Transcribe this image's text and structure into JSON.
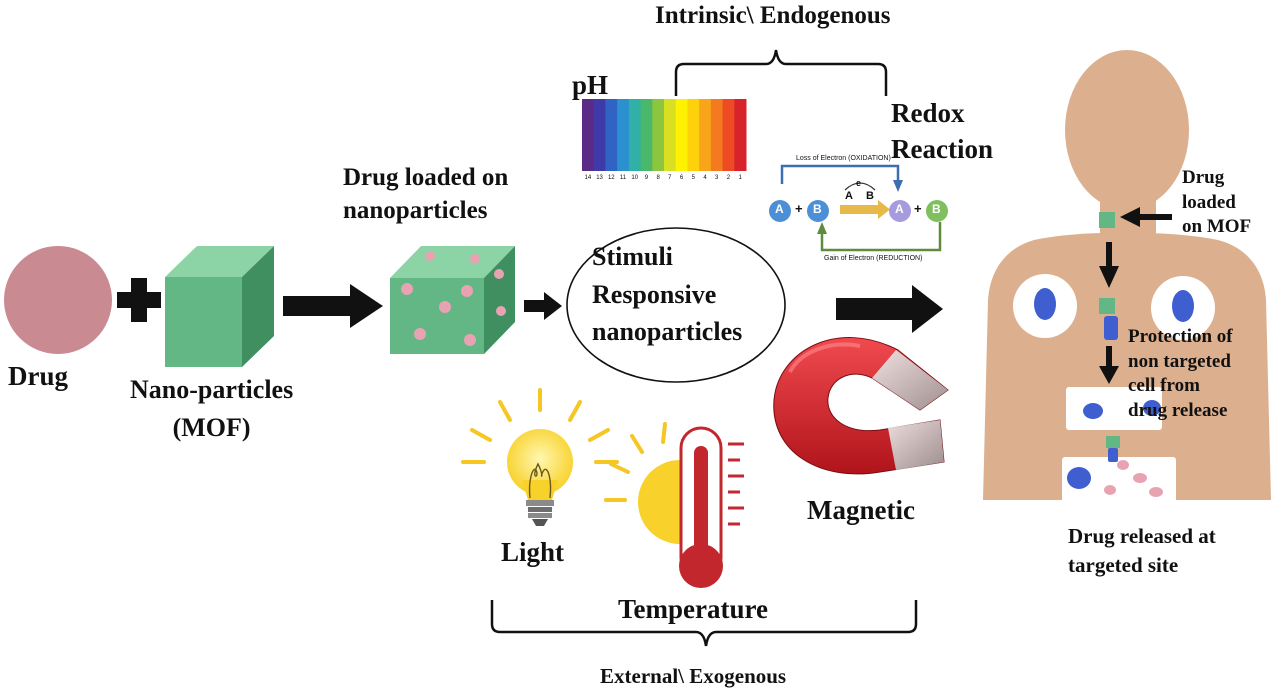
{
  "labels": {
    "intrinsic": "Intrinsic\\ Endogenous",
    "ph": "pH",
    "redox": [
      "Redox",
      "Reaction"
    ],
    "drug_loaded": [
      "Drug loaded on",
      "nanoparticles"
    ],
    "stimuli": [
      "Stimuli",
      "Responsive",
      "nanoparticles"
    ],
    "drug": "Drug",
    "nanoparticles": [
      "Nano-particles",
      "(MOF)"
    ],
    "light": "Light",
    "temperature": "Temperature",
    "magnetic": "Magnetic",
    "external": "External\\ Exogenous",
    "drug_loaded_mof": [
      "Drug",
      "loaded",
      "on MOF"
    ],
    "protection": [
      "Protection of",
      "non targeted",
      "cell from",
      "drug release"
    ],
    "released": [
      "Drug released at",
      "targeted site"
    ]
  },
  "ph_scale": {
    "ticks": [
      "14",
      "13",
      "12",
      "11",
      "10",
      "9",
      "8",
      "7",
      "6",
      "5",
      "4",
      "3",
      "2",
      "1"
    ],
    "colors": [
      "#5b2a86",
      "#3f3aa8",
      "#2f64c4",
      "#2b8fd0",
      "#31b0a8",
      "#49b86a",
      "#8cc63f",
      "#d8e021",
      "#fff200",
      "#fdd20a",
      "#f8a51b",
      "#f47a20",
      "#ee4a24",
      "#d7232a"
    ]
  },
  "redox_diagram": {
    "oxidation": "Loss of Electron (OXIDATION)",
    "reduction": "Gain of Electron (REDUCTION)",
    "species_a": "A",
    "species_b": "B",
    "electron": "e",
    "plus": "+"
  },
  "colors": {
    "drug": "#c98a92",
    "cube_front": "#63b784",
    "cube_top": "#8cd4a5",
    "cube_side": "#3f8f60",
    "dots": "#e8a3b3",
    "body": "#dcb08f",
    "magnet": "#d3242b",
    "cell": "#3f5fd1"
  }
}
